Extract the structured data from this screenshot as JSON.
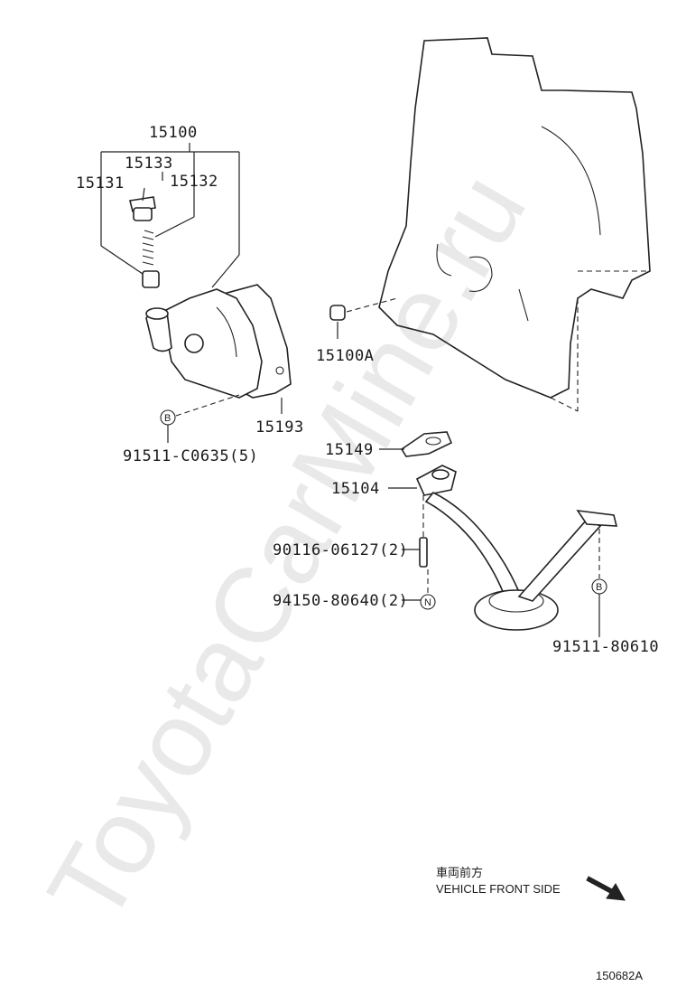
{
  "watermark": "ToyotaCarMine.ru",
  "callouts": {
    "p15100": "15100",
    "p15133": "15133",
    "p15131": "15131",
    "p15132": "15132",
    "p15100A": "15100A",
    "p15193": "15193",
    "p91511_c0635": "91511-C0635(5)",
    "p15149": "15149",
    "p15104": "15104",
    "p90116": "90116-06127(2)",
    "p94150": "94150-80640(2)",
    "p91511_80610": "91511-80610"
  },
  "markers": {
    "b": "B",
    "n": "N"
  },
  "direction": {
    "jp": "車両前方",
    "en": "VEHICLE FRONT SIDE"
  },
  "diagram_code": "150682A"
}
